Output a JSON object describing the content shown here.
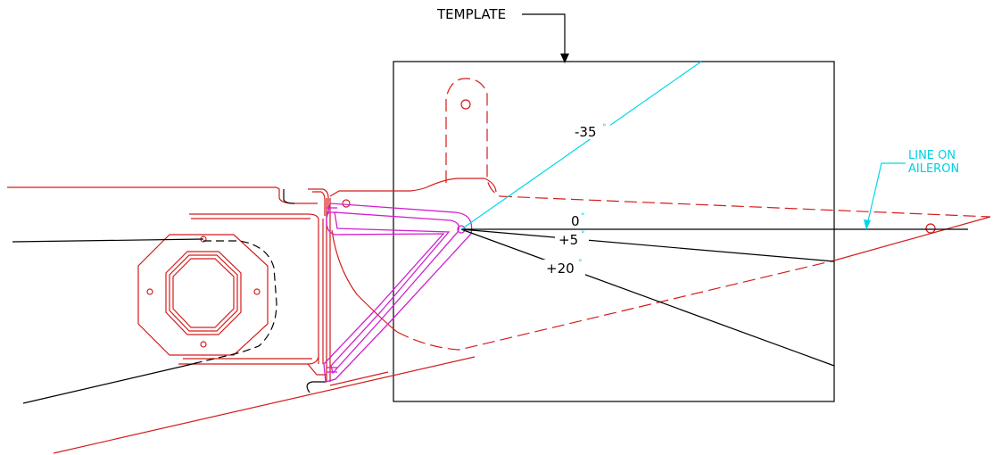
{
  "labels": {
    "template": "TEMPLATE",
    "line_on_aileron_1": "LINE ON",
    "line_on_aileron_2": "AILERON",
    "angle_neg35": "-35",
    "angle_0": "0",
    "angle_pos5": "+5",
    "angle_pos20": "+20",
    "degree_symbol": "°"
  },
  "colors": {
    "structure": "#d41c1c",
    "reference_lines": "#000000",
    "control_horn": "#d020d0",
    "aileron_line": "#00d8e8"
  }
}
